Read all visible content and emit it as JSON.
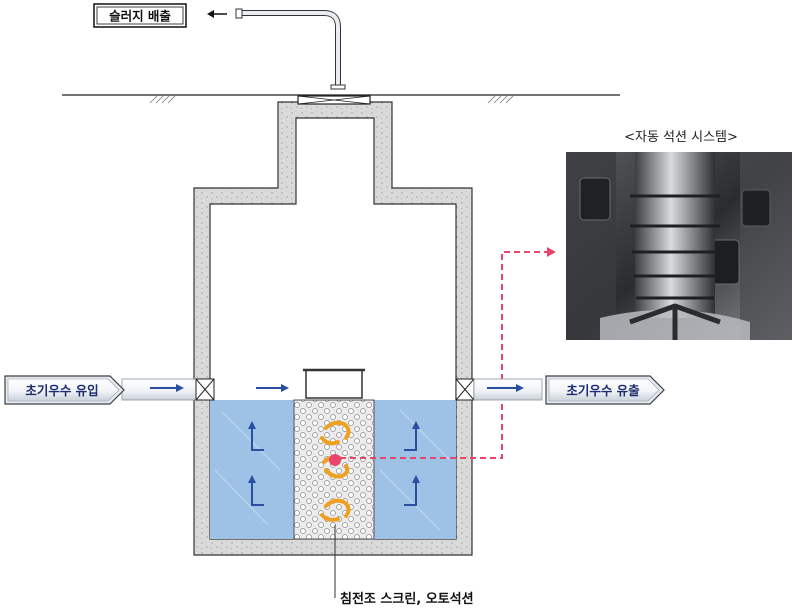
{
  "labels": {
    "sludge_discharge": "슬러지 배출",
    "inflow": "초기우수 유입",
    "outflow": "초기우수 유출",
    "photo_caption": "<자동 석션 시스템>",
    "screen_caption": "침전조 스크린, 오토석션"
  },
  "colors": {
    "concrete": "#d9d9d9",
    "water": "#9ec1e6",
    "arrow_blue": "#2a4ea0",
    "dashed_red": "#e8456a",
    "swirl": "#f0a020",
    "photo_dark": "#2e2f31"
  },
  "icons": [
    "arrow-left-icon",
    "arrow-right-icon",
    "arrow-up-icon",
    "swirl-icon",
    "valve-icon"
  ]
}
